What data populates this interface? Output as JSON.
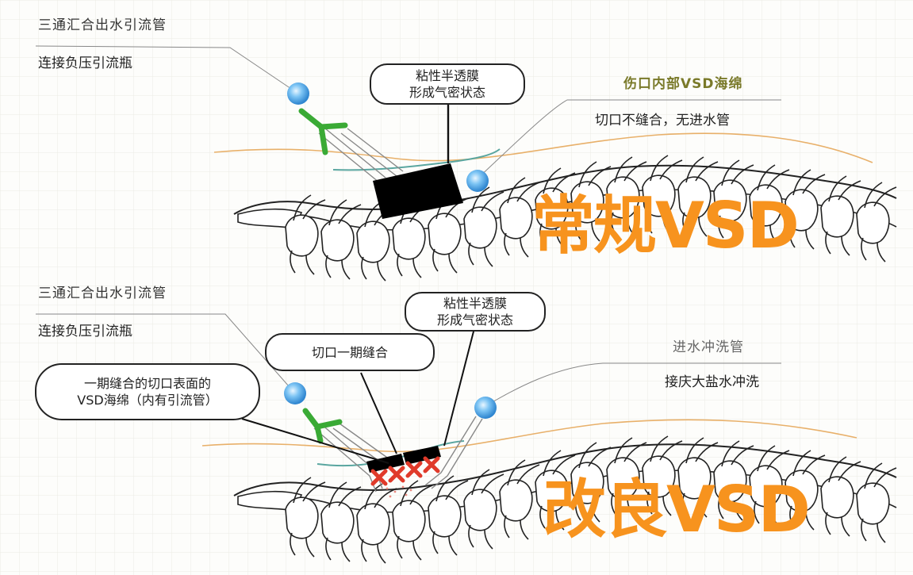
{
  "top": {
    "header_tube": "三通汇合出水引流管",
    "sub_tube": "连接负压引流瓶",
    "callout_film_1": "粘性半透膜",
    "callout_film_2": "形成气密状态",
    "header_sponge": "伤口内部VSD海绵",
    "sub_sponge": "切口不缝合，无进水管",
    "big_label": "常规VSD"
  },
  "bottom": {
    "header_tube": "三通汇合出水引流管",
    "sub_tube": "连接负压引流瓶",
    "callout_film_1": "粘性半透膜",
    "callout_film_2": "形成气密状态",
    "callout_suture": "切口一期缝合",
    "callout_sponge_1": "一期缝合的切口表面的",
    "callout_sponge_2": "VSD海绵（内有引流管）",
    "header_inflow": "进水冲洗管",
    "sub_inflow": "接庆大盐水冲洗",
    "big_label": "改良VSD"
  },
  "colors": {
    "label_orange": "#f7931e",
    "tube_green": "#3aaa35",
    "film_teal": "#5aa6a0",
    "skin_line": "#e8b06a",
    "sponge_black": "#000000",
    "suture_red": "#e03a2a",
    "ball_blue": "#3c9be0"
  }
}
